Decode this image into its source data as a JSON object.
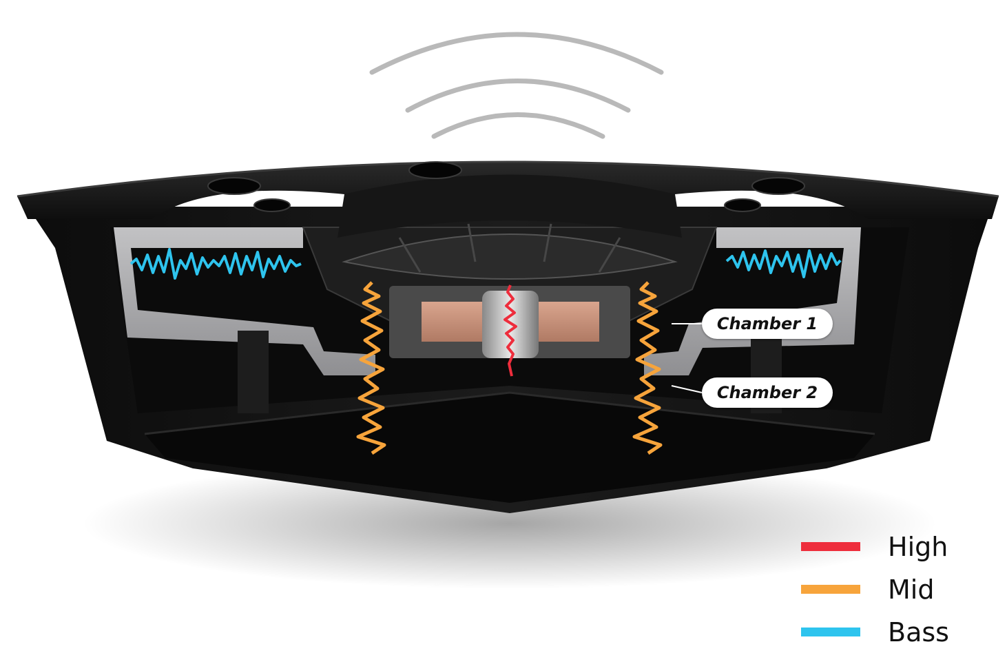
{
  "labels": {
    "chamber1": "Chamber 1",
    "chamber2": "Chamber 2"
  },
  "legend": [
    {
      "label": "High",
      "color": "#ee2d3c"
    },
    {
      "label": "Mid",
      "color": "#f7a43b"
    },
    {
      "label": "Bass",
      "color": "#2ec4ee"
    }
  ],
  "colors": {
    "high": "#ee2d3c",
    "mid": "#f7a43b",
    "bass": "#2ec4ee",
    "housing": "#141414",
    "inner_shell": "#a7a7a9",
    "magnet": "#c8917a"
  }
}
